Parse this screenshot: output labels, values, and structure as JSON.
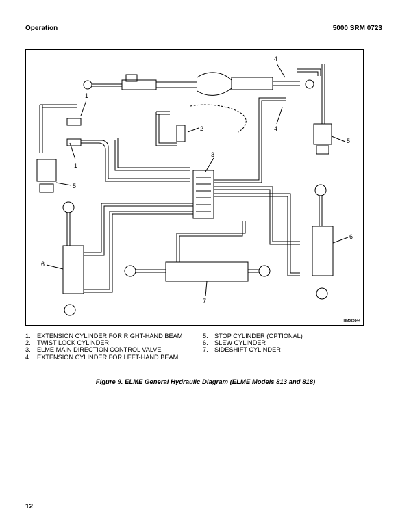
{
  "header": {
    "section": "Operation",
    "manual": "5000 SRM 0723"
  },
  "figure": {
    "code": "HM020844",
    "callouts": [
      "1",
      "1",
      "2",
      "3",
      "4",
      "4",
      "5",
      "5",
      "6",
      "6",
      "7"
    ],
    "caption": "Figure 9. ELME General Hydraulic Diagram (ELME Models 813 and 818)"
  },
  "legend": {
    "left": [
      {
        "num": "1.",
        "text": "EXTENSION CYLINDER FOR RIGHT-HAND BEAM"
      },
      {
        "num": "2.",
        "text": "TWIST LOCK CYLINDER"
      },
      {
        "num": "3.",
        "text": "ELME MAIN DIRECTION CONTROL VALVE"
      },
      {
        "num": "4.",
        "text": "EXTENSION CYLINDER FOR LEFT-HAND BEAM"
      }
    ],
    "right": [
      {
        "num": "5.",
        "text": "STOP CYLINDER (OPTIONAL)"
      },
      {
        "num": "6.",
        "text": "SLEW CYLINDER"
      },
      {
        "num": "7.",
        "text": "SIDESHIFT CYLINDER"
      }
    ]
  },
  "page_number": "12"
}
